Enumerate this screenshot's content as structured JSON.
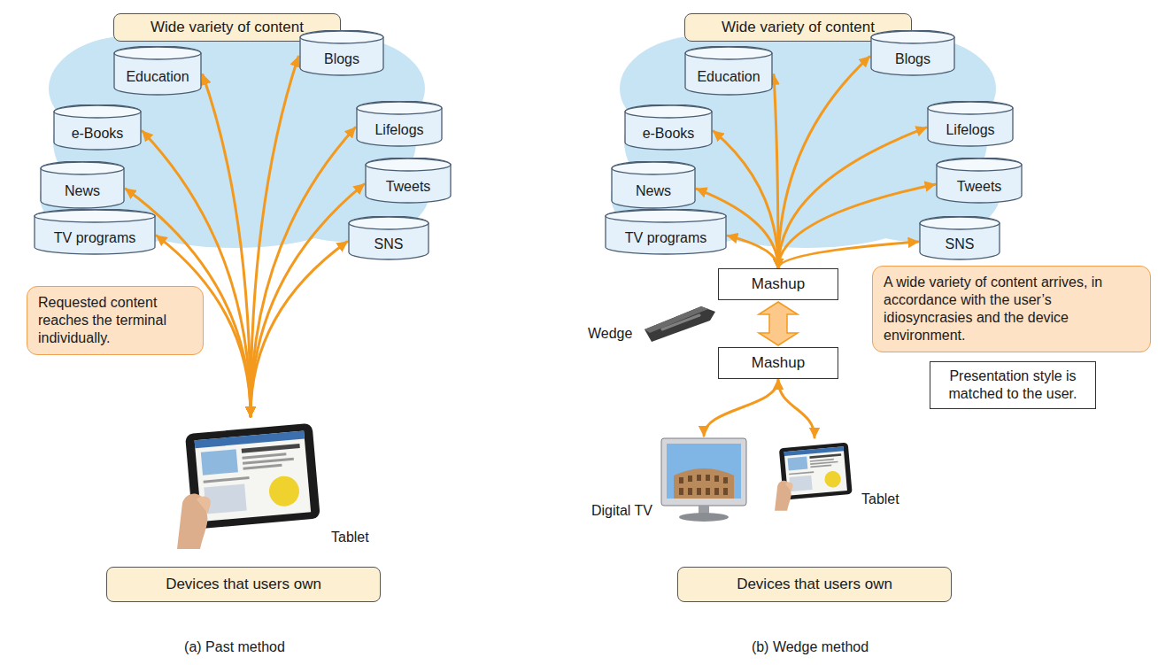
{
  "diagram": {
    "nodes": [
      {
        "text": [
          "Wide variety of content"
        ]
      },
      {
        "text": [
          "Education"
        ]
      },
      {
        "text": [
          "Blogs"
        ]
      },
      {
        "text": [
          "e-Books"
        ]
      },
      {
        "text": [
          "Lifelogs"
        ]
      },
      {
        "text": [
          "News"
        ]
      },
      {
        "text": [
          "Tweets"
        ]
      },
      {
        "text": [
          "TV programs"
        ]
      },
      {
        "text": [
          "SNS"
        ]
      },
      {
        "text": [
          "Requested content reaches the terminal individually."
        ]
      },
      {
        "text": [
          "Tablet"
        ]
      },
      {
        "text": [
          "Devices that users own"
        ]
      },
      {
        "text": [
          "Wide variety of content"
        ]
      },
      {
        "text": [
          "Education"
        ]
      },
      {
        "text": [
          "Blogs"
        ]
      },
      {
        "text": [
          "e-Books"
        ]
      },
      {
        "text": [
          "Lifelogs"
        ]
      },
      {
        "text": [
          "News"
        ]
      },
      {
        "text": [
          "Tweets"
        ]
      },
      {
        "text": [
          "TV programs"
        ]
      },
      {
        "text": [
          "SNS"
        ]
      },
      {
        "text": [
          "Mashup"
        ]
      },
      {
        "text": [
          "A wide variety of content arrives, in accordance with the user’s idiosyncrasies and the device environment."
        ]
      },
      {
        "text": [
          "Mashup"
        ]
      },
      {
        "text": [
          "Presentation style is matched to the user."
        ]
      },
      {
        "text": [
          "Digital TV"
        ]
      },
      {
        "text": [
          "Tablet"
        ]
      },
      {
        "text": [
          "Devices that users own"
        ]
      }
    ],
    "edges": [
      {
        "from": 1,
        "to": 10,
        "arrow": "both"
      },
      {
        "from": 2,
        "to": 10,
        "arrow": "both"
      },
      {
        "from": 3,
        "to": 10,
        "arrow": "both"
      },
      {
        "from": 4,
        "to": 10,
        "arrow": "both"
      },
      {
        "from": 5,
        "to": 10,
        "arrow": "both"
      },
      {
        "from": 6,
        "to": 10,
        "arrow": "both"
      },
      {
        "from": 7,
        "to": 10,
        "arrow": "both"
      },
      {
        "from": 8,
        "to": 10,
        "arrow": "both"
      },
      {
        "from": 13,
        "to": 21,
        "arrow": "both"
      },
      {
        "from": 14,
        "to": 21,
        "arrow": "both"
      },
      {
        "from": 15,
        "to": 21,
        "arrow": "both"
      },
      {
        "from": 16,
        "to": 21,
        "arrow": "both"
      },
      {
        "from": 17,
        "to": 21,
        "arrow": "both"
      },
      {
        "from": 18,
        "to": 21,
        "arrow": "both"
      },
      {
        "from": 19,
        "to": 21,
        "arrow": "both"
      },
      {
        "from": 20,
        "to": 21,
        "arrow": "both"
      },
      {
        "from": 21,
        "to": 23,
        "arrow": "both"
      },
      {
        "from": 23,
        "to": 25,
        "arrow": "both"
      },
      {
        "from": 23,
        "to": 26,
        "arrow": "both"
      }
    ],
    "labels": [
      "Wedge",
      "(a) Past method",
      "(b) Wedge method"
    ]
  }
}
